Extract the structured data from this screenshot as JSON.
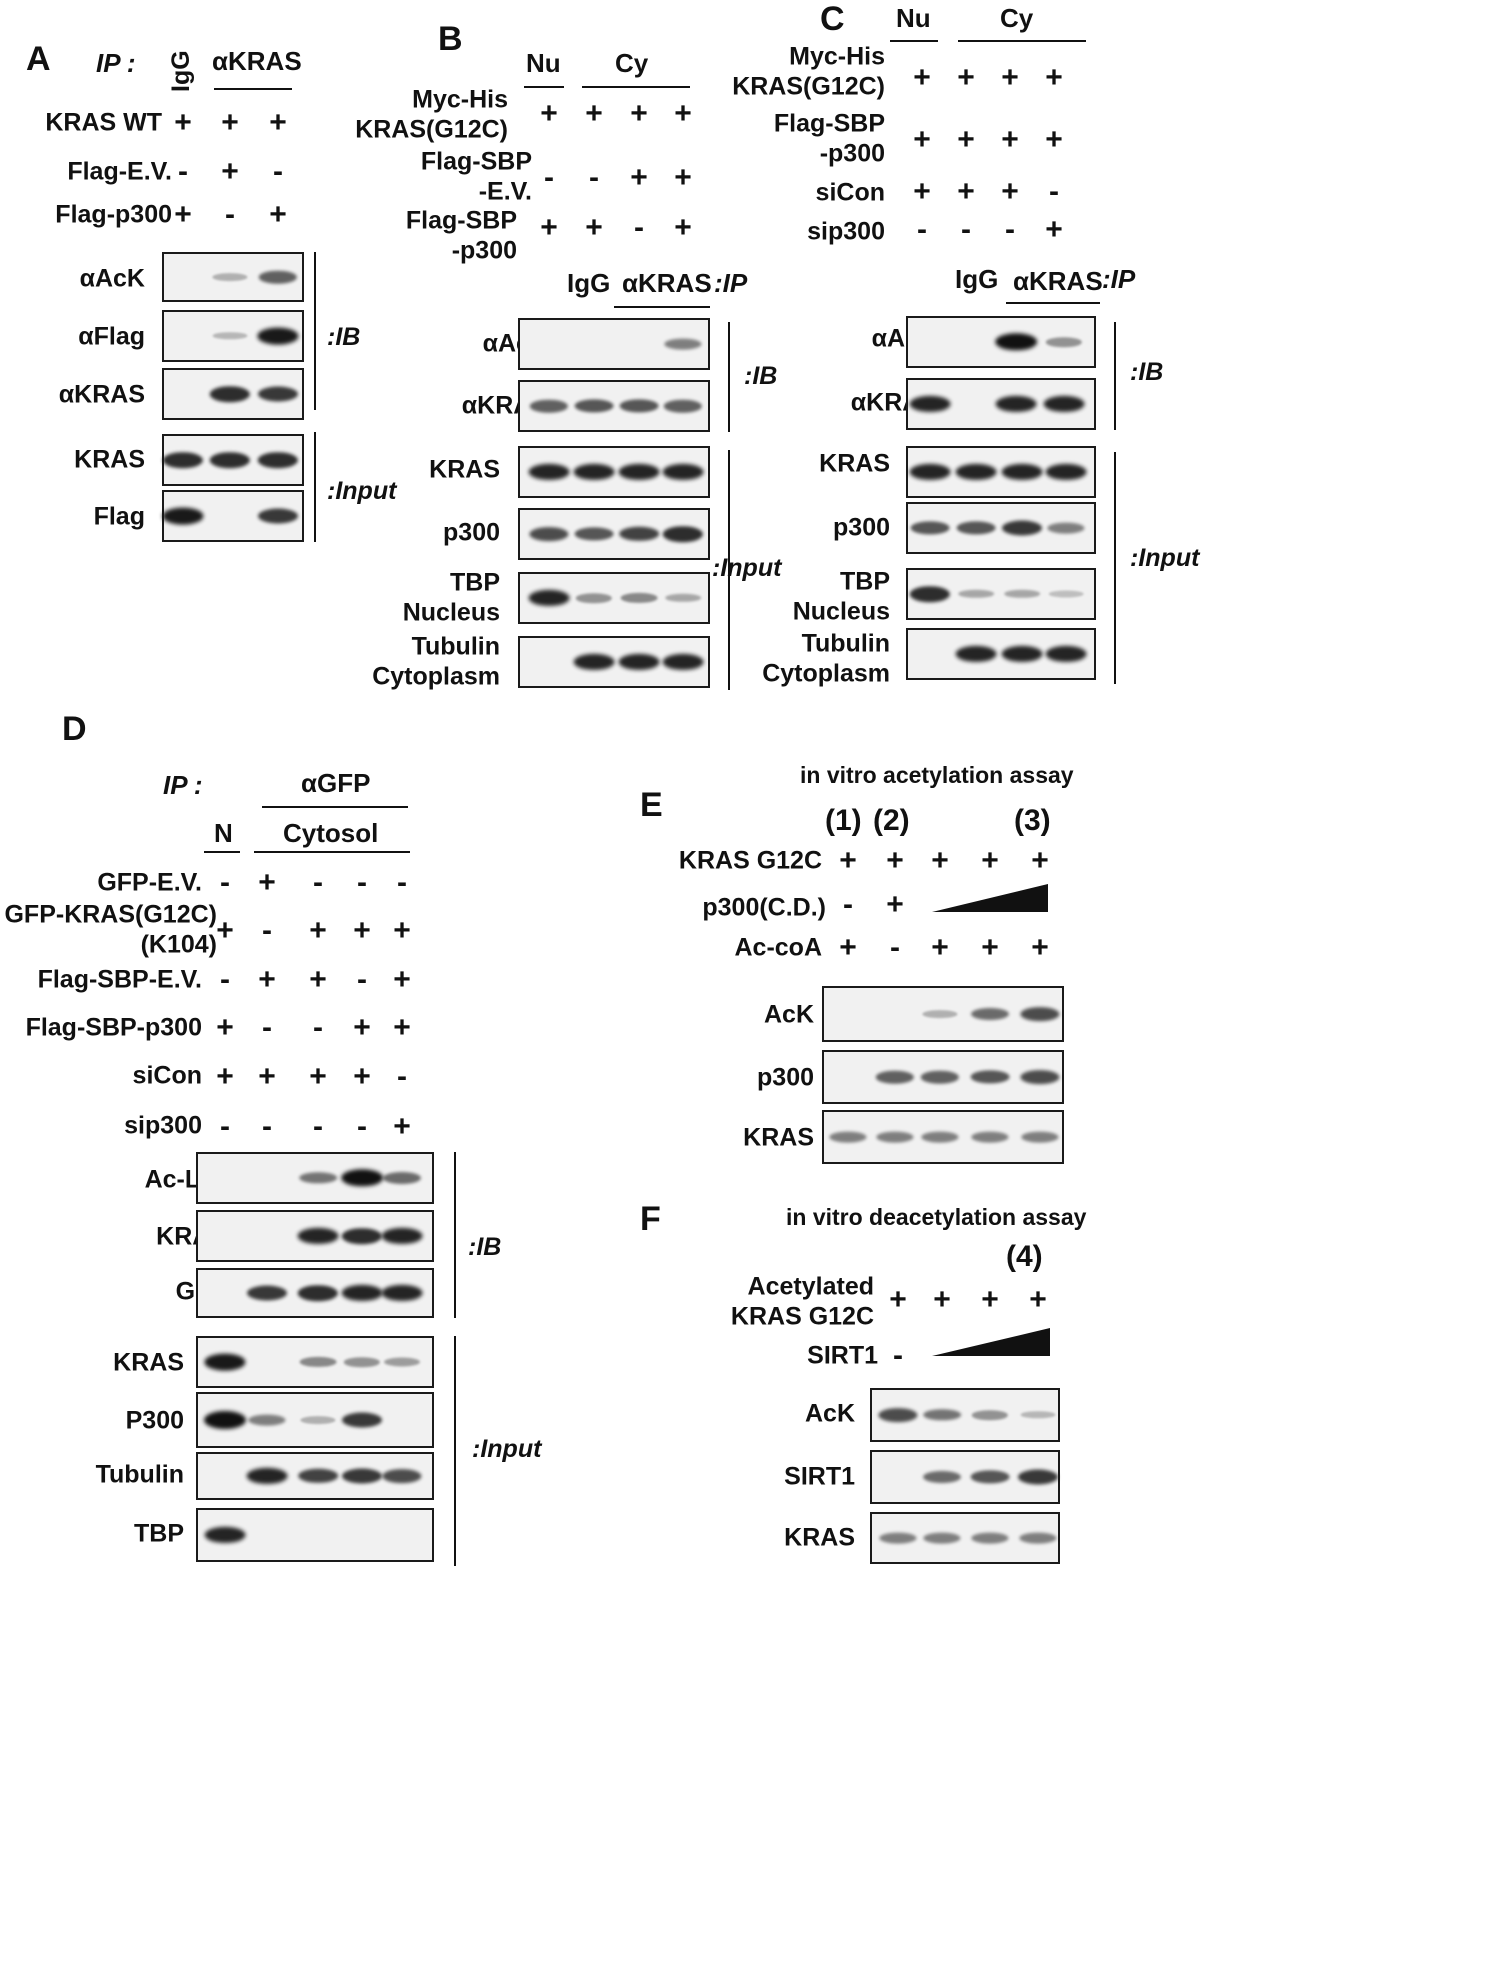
{
  "panels": {
    "A": {
      "letter": "A",
      "ip_label": "IP :",
      "lane_headers": [
        "IgG",
        "αKRAS"
      ],
      "conditions": [
        {
          "label": "KRAS WT",
          "signs": [
            "+",
            "+",
            "+"
          ]
        },
        {
          "label": "Flag-E.V.",
          "signs": [
            "-",
            "+",
            "-"
          ]
        },
        {
          "label": "Flag-p300",
          "signs": [
            "+",
            "-",
            "+"
          ]
        }
      ],
      "blots": [
        {
          "label": "αAcK",
          "bands": [
            0,
            0.15,
            0.55
          ]
        },
        {
          "label": "αFlag",
          "bands": [
            0,
            0.12,
            0.9
          ]
        },
        {
          "label": "αKRAS",
          "bands": [
            0,
            0.8,
            0.75
          ]
        },
        {
          "label": "KRAS",
          "bands": [
            0.8,
            0.8,
            0.8
          ]
        },
        {
          "label": "Flag",
          "bands": [
            0.9,
            0,
            0.75
          ]
        }
      ],
      "group_labels": [
        ":IB",
        ":Input"
      ]
    },
    "B": {
      "letter": "B",
      "fraction_headers": [
        "Nu",
        "Cy"
      ],
      "conditions": [
        {
          "label": "Myc-His\nKRAS(G12C)",
          "signs": [
            "+",
            "+",
            "+",
            "+"
          ]
        },
        {
          "label": "Flag-SBP\n-E.V.",
          "signs": [
            "-",
            "-",
            "+",
            "+"
          ]
        },
        {
          "label": "Flag-SBP\n-p300",
          "signs": [
            "+",
            "+",
            "-",
            "+"
          ]
        }
      ],
      "ip_headers": [
        "IgG",
        "αKRAS",
        ":IP"
      ],
      "blots": [
        {
          "label": "αAcK",
          "bands": [
            0,
            0,
            0.4,
            0.95
          ]
        },
        {
          "label": "αKRAS",
          "bands": [
            0.55,
            0.6,
            0.6,
            0.55
          ]
        },
        {
          "label": "KRAS",
          "bands": [
            0.85,
            0.85,
            0.85,
            0.85
          ]
        },
        {
          "label": "p300",
          "bands": [
            0.65,
            0.6,
            0.7,
            0.8
          ]
        },
        {
          "label": "TBP\nNucleus",
          "bands": [
            0.85,
            0.3,
            0.35,
            0.2
          ]
        },
        {
          "label": "Tubulin\nCytoplasm",
          "bands": [
            0,
            0.85,
            0.85,
            0.85
          ]
        }
      ],
      "group_labels": [
        ":IB",
        ":Input"
      ]
    },
    "C": {
      "letter": "C",
      "fraction_headers": [
        "Nu",
        "Cy"
      ],
      "conditions": [
        {
          "label": "Myc-His\nKRAS(G12C)",
          "signs": [
            "+",
            "+",
            "+",
            "+"
          ]
        },
        {
          "label": "Flag-SBP\n-p300",
          "signs": [
            "+",
            "+",
            "+",
            "+"
          ]
        },
        {
          "label": "siCon",
          "signs": [
            "+",
            "+",
            "+",
            "-"
          ]
        },
        {
          "label": "sip300",
          "signs": [
            "-",
            "-",
            "-",
            "+"
          ]
        }
      ],
      "ip_headers": [
        "IgG",
        "αKRAS",
        ":IP"
      ],
      "blots": [
        {
          "label": "αAcK",
          "bands": [
            0,
            0.95,
            0.3
          ]
        },
        {
          "label": "αKRAS",
          "bands": [
            0.85,
            0.85,
            0.85
          ]
        },
        {
          "label": "KRAS",
          "bands": [
            0.85,
            0.85,
            0.85,
            0.85
          ]
        },
        {
          "label": "p300",
          "bands": [
            0.6,
            0.6,
            0.75,
            0.4
          ]
        },
        {
          "label": "TBP\nNucleus",
          "bands": [
            0.8,
            0.2,
            0.2,
            0.08
          ]
        },
        {
          "label": "Tubulin\nCytoplasm",
          "bands": [
            0,
            0.85,
            0.85,
            0.85
          ]
        }
      ],
      "group_labels": [
        ":IB",
        ":Input"
      ]
    },
    "D": {
      "letter": "D",
      "ip_label": "IP :",
      "ip_antibody": "αGFP",
      "fraction_headers": [
        "N",
        "Cytosol"
      ],
      "conditions": [
        {
          "label": "GFP-E.V.",
          "signs": [
            "-",
            "+",
            "-",
            "-",
            "-"
          ]
        },
        {
          "label": "GFP-KRAS(G12C)\n(K104)",
          "signs": [
            "+",
            "-",
            "+",
            "+",
            "+"
          ]
        },
        {
          "label": "Flag-SBP-E.V.",
          "signs": [
            "-",
            "+",
            "+",
            "-",
            "+"
          ]
        },
        {
          "label": "Flag-SBP-p300",
          "signs": [
            "+",
            "-",
            "-",
            "+",
            "+"
          ]
        },
        {
          "label": "siCon",
          "signs": [
            "+",
            "+",
            "+",
            "+",
            "-"
          ]
        },
        {
          "label": "sip300",
          "signs": [
            "-",
            "-",
            "-",
            "-",
            "+"
          ]
        }
      ],
      "blots": [
        {
          "label": "Ac-Lys",
          "bands": [
            0,
            0,
            0.45,
            0.95,
            0.5
          ]
        },
        {
          "label": "KRAS",
          "bands": [
            0,
            0,
            0.85,
            0.8,
            0.85
          ]
        },
        {
          "label": "GFP",
          "bands": [
            0,
            0.75,
            0.8,
            0.85,
            0.85
          ]
        },
        {
          "label": "KRAS",
          "bands": [
            0.9,
            0,
            0.35,
            0.3,
            0.25
          ]
        },
        {
          "label": "P300",
          "bands": [
            1.0,
            0.4,
            0.15,
            0.75,
            0
          ]
        },
        {
          "label": "Tubulin",
          "bands": [
            0,
            0.85,
            0.7,
            0.75,
            0.65
          ]
        },
        {
          "label": "TBP",
          "bands": [
            0.85,
            0,
            0,
            0,
            0
          ]
        }
      ],
      "group_labels": [
        ":IB",
        ":Input"
      ]
    },
    "E": {
      "letter": "E",
      "title": "in vitro acetylation assay",
      "numbers": [
        "(1)",
        "(2)",
        "(3)"
      ],
      "conditions": [
        {
          "label": "KRAS G12C",
          "signs": [
            "+",
            "+",
            "+",
            "+",
            "+"
          ]
        },
        {
          "label": "p300(C.D.)",
          "signs": [
            "-",
            "+"
          ]
        },
        {
          "label": "Ac-coA",
          "signs": [
            "+",
            "-",
            "+",
            "+",
            "+"
          ]
        }
      ],
      "blots": [
        {
          "label": "AcK",
          "bands": [
            0,
            0,
            0.15,
            0.5,
            0.65
          ]
        },
        {
          "label": "p300",
          "bands": [
            0,
            0.55,
            0.55,
            0.6,
            0.65
          ]
        },
        {
          "label": "KRAS",
          "bands": [
            0.4,
            0.4,
            0.4,
            0.4,
            0.4
          ]
        }
      ]
    },
    "F": {
      "letter": "F",
      "title": "in vitro deacetylation assay",
      "numbers": [
        "(4)"
      ],
      "conditions": [
        {
          "label": "Acetylated\nKRAS G12C",
          "signs": [
            "+",
            "+",
            "+",
            "+"
          ]
        },
        {
          "label": "SIRT1",
          "signs": [
            "-"
          ]
        }
      ],
      "blots": [
        {
          "label": "AcK",
          "bands": [
            0.65,
            0.45,
            0.3,
            0.12
          ]
        },
        {
          "label": "SIRT1",
          "bands": [
            0,
            0.5,
            0.6,
            0.75
          ]
        },
        {
          "label": "KRAS",
          "bands": [
            0.4,
            0.4,
            0.4,
            0.4
          ]
        }
      ]
    }
  },
  "colors": {
    "ink": "#111111",
    "blot_bg": "#f1f1f1",
    "band": "#111111"
  }
}
